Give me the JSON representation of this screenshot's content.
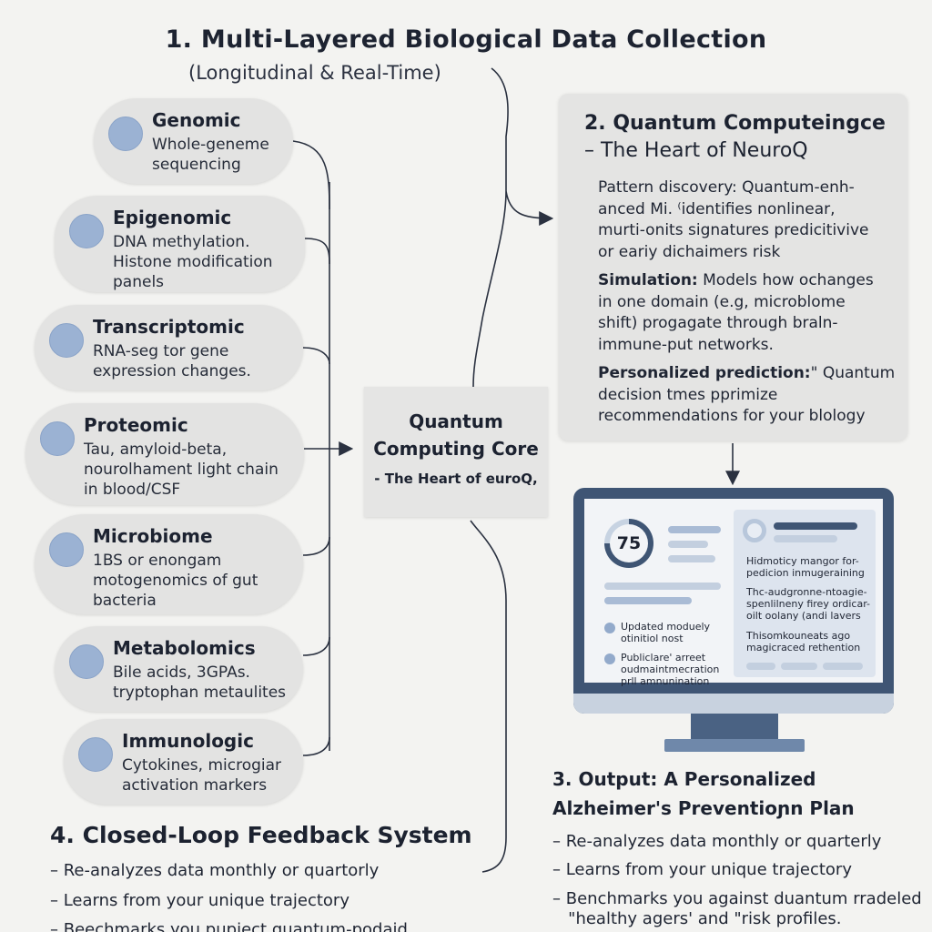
{
  "header": {
    "title": "1. Multi-Layered Biological Data Collection",
    "subtitle": "(Longitudinal & Real-Time)"
  },
  "data_layers": [
    {
      "title": "Genomic",
      "lines": [
        "Whole-geneme",
        "sequencing"
      ]
    },
    {
      "title": "Epigenomic",
      "lines": [
        "DNA methylation.",
        "Histone modification",
        "panels"
      ]
    },
    {
      "title": "Transcriptomic",
      "lines": [
        "RNA-seg tor gene",
        "expression changes."
      ]
    },
    {
      "title": "Proteomic",
      "lines": [
        "Tau, amyloid-beta,",
        "nourolhament light chain",
        "in blood/CSF"
      ]
    },
    {
      "title": "Microbiome",
      "lines": [
        "1BS or enongam",
        "motogenomics of gut",
        "bacteria"
      ]
    },
    {
      "title": "Metabolomics",
      "lines": [
        "Bile acids, 3GPAs.",
        "tryptophan metaulites"
      ]
    },
    {
      "title": "Immunologic",
      "lines": [
        "Cytokines, microgiar",
        "activation markers"
      ]
    }
  ],
  "core": {
    "title_lines": [
      "Quantum",
      "Computing Core"
    ],
    "subtitle": "- The Heart of euroQ,"
  },
  "quantum": {
    "title_line1": "2. Quantum Computeingce",
    "title_line2": "– The Heart of NeuroQ",
    "paragraphs": [
      {
        "bold": "",
        "lines": [
          "Pattern discovery: Quantum-enh-",
          "anced Mi. ⁽identifies nonlinear,",
          "murti-onits signatures predicitivive",
          "or eariy dichaimers risk"
        ]
      },
      {
        "bold": "Simulation:",
        "lines": [
          " Models how ochanges",
          "in one domain (e.g, microblome",
          "shift) progagate through braln-",
          "immune-put networks."
        ]
      },
      {
        "bold": "Personalized prediction:",
        "lines": "\" Quantum"
      },
      {
        "bold": "",
        "lines": [
          "decision tmes pprimize",
          "recommendations for your blology"
        ]
      }
    ]
  },
  "dashboard": {
    "score": "75",
    "left_items": [
      {
        "lines": [
          "Updated moduely",
          "otinitiol nost"
        ]
      },
      {
        "lines": [
          "Publiclare' arreet",
          "oudmaintmecration",
          "prll amnunination"
        ]
      }
    ],
    "right_items": [
      {
        "lines": [
          "Hidmoticy mangor for-",
          "pedicion inmugeraining"
        ]
      },
      {
        "lines": [
          "Thc-audgronne-ntoagie-",
          "spenlilneny firey ordicar-",
          "oilt oolany (andi lavers"
        ]
      },
      {
        "lines": [
          "Thisomkouneats ago",
          "magicraced rethention"
        ]
      }
    ],
    "colors": {
      "frame": "#3f5574",
      "accent": "#9bb2d3"
    }
  },
  "output": {
    "title_line1": "3. Output: A Personalized",
    "title_line2": "Alzheimer's Preventioɲn Plan",
    "items": [
      "–  Re-analyzes data monthly or quarterly",
      "–  Learns from your unique trajectory",
      "–  Benchmarks you against duantum rradeled",
      "   \"healthy agers' and \"risk profiles."
    ]
  },
  "feedback": {
    "title": "4. Closed-Loop Feedback System",
    "items": [
      "– Re-analyzes data monthly or quartorly",
      "– Learns from your unique trajectory",
      "– Beechmarks you pupiect quantum-podaid"
    ]
  }
}
